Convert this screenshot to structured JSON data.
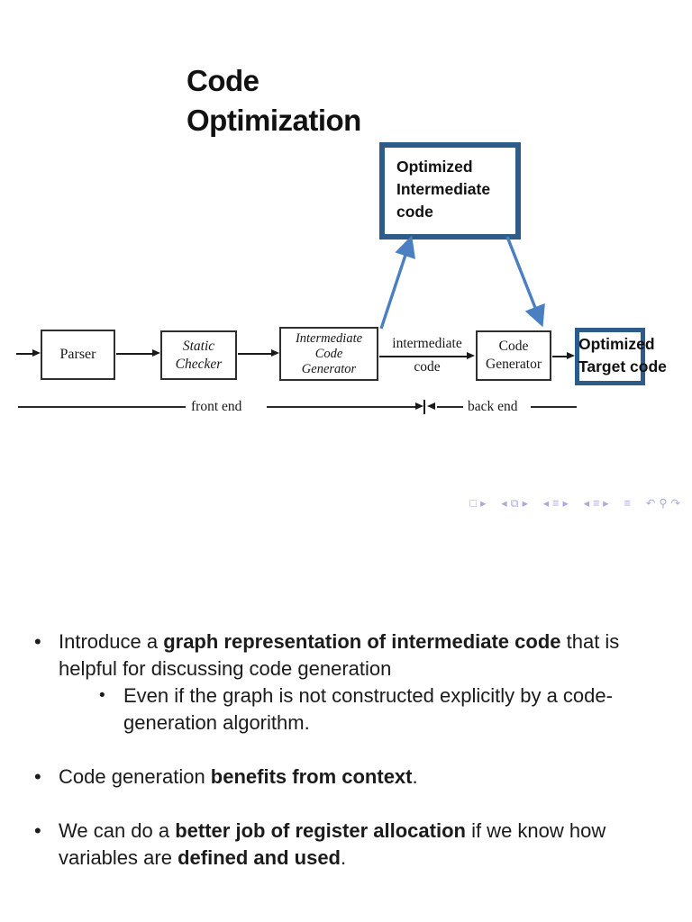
{
  "slide": {
    "title_lines": [
      "Code",
      "Optimization"
    ],
    "callout": {
      "lines": [
        "Optimized",
        "Intermediate",
        "code"
      ]
    },
    "diagram": {
      "boxes": [
        {
          "label_lines": [
            "Parser"
          ]
        },
        {
          "label_lines": [
            "Static",
            "Checker"
          ]
        },
        {
          "label_lines": [
            "Intermediate",
            "Code",
            "Generator"
          ]
        },
        {
          "label_lines": [
            "Code",
            "Generator"
          ]
        }
      ],
      "edge_label_top": "intermediate",
      "edge_label_bottom": "code",
      "target_box_lines": [
        "Optimized",
        "Target code"
      ],
      "front_end_label": "front end",
      "back_end_label": "back end"
    },
    "nav": {
      "groups": [
        {
          "items": [
            {
              "glyph": "□",
              "name": "slide-icon"
            },
            {
              "glyph": "▸",
              "name": "slide-next-icon"
            }
          ]
        },
        {
          "items": [
            {
              "glyph": "◂",
              "name": "frame-prev-icon"
            },
            {
              "glyph": "⧉",
              "name": "frame-icon"
            },
            {
              "glyph": "▸",
              "name": "frame-next-icon"
            }
          ]
        },
        {
          "items": [
            {
              "glyph": "◂",
              "name": "subsection-prev-icon"
            },
            {
              "glyph": "≡",
              "name": "subsection-icon"
            },
            {
              "glyph": "▸",
              "name": "subsection-next-icon"
            }
          ]
        },
        {
          "items": [
            {
              "glyph": "◂",
              "name": "section-prev-icon"
            },
            {
              "glyph": "≡",
              "name": "section-icon"
            },
            {
              "glyph": "▸",
              "name": "section-next-icon"
            }
          ]
        },
        {
          "items": [
            {
              "glyph": "≡",
              "name": "presentation-icon"
            }
          ]
        },
        {
          "items": [
            {
              "glyph": "↶",
              "name": "nav-back-icon"
            },
            {
              "glyph": "⚲",
              "name": "nav-search-icon"
            },
            {
              "glyph": "↷",
              "name": "nav-forward-icon"
            }
          ]
        }
      ]
    },
    "bullets": [
      {
        "level": 1,
        "gap": false,
        "segments": [
          {
            "t": "Introduce a ",
            "b": false
          },
          {
            "t": "graph representation of intermediate code",
            "b": true
          },
          {
            "t": " that is helpful for discussing code generation",
            "b": false
          }
        ]
      },
      {
        "level": 2,
        "gap": false,
        "segments": [
          {
            "t": "Even if the graph is not constructed explicitly by a code-generation algorithm.",
            "b": false
          }
        ]
      },
      {
        "level": 1,
        "gap": true,
        "segments": [
          {
            "t": "Code generation ",
            "b": false
          },
          {
            "t": "benefits from context",
            "b": true
          },
          {
            "t": ".",
            "b": false
          }
        ]
      },
      {
        "level": 1,
        "gap": true,
        "segments": [
          {
            "t": "We can do a ",
            "b": false
          },
          {
            "t": "better job of register allocation",
            "b": true
          },
          {
            "t": " if we know how variables are ",
            "b": false
          },
          {
            "t": "defined and used",
            "b": true
          },
          {
            "t": ".",
            "b": false
          }
        ]
      }
    ],
    "colors": {
      "callout_border": "#2e5c8a",
      "arrow_blue": "#4a7fc1",
      "nav_symbols": "#a9a9dc"
    }
  }
}
